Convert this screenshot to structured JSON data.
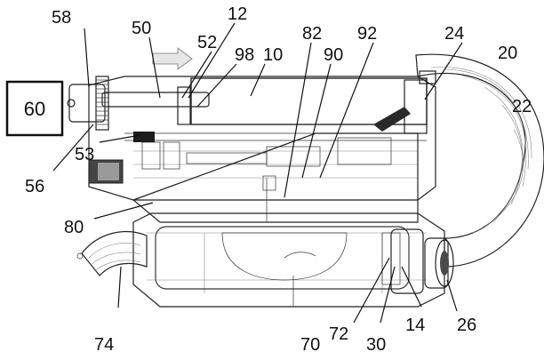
{
  "figure": {
    "box_label": "60",
    "labels": {
      "l58": "58",
      "l50": "50",
      "l52": "52",
      "l12": "12",
      "l98": "98",
      "l10": "10",
      "l82": "82",
      "l90": "90",
      "l92": "92",
      "l24": "24",
      "l20": "20",
      "l22": "22",
      "l56": "56",
      "l53": "53",
      "l80": "80",
      "l74": "74",
      "l70": "70",
      "l72": "72",
      "l30": "30",
      "l14": "14",
      "l26": "26"
    }
  }
}
